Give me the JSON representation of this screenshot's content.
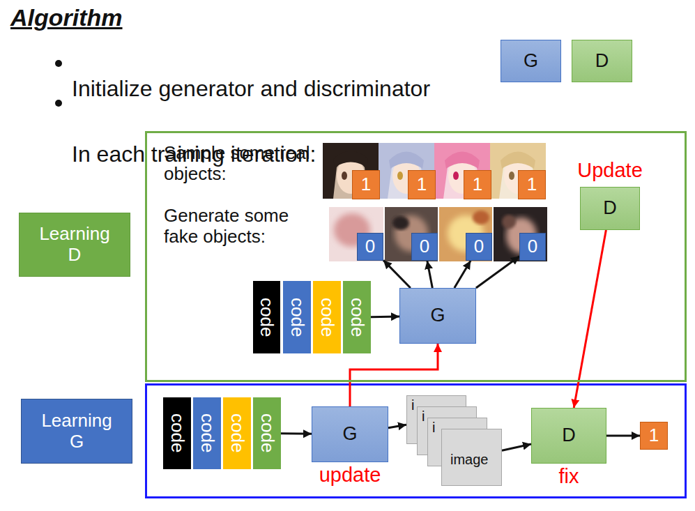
{
  "diagram": {
    "title": "Algorithm",
    "nodes": [
      {
        "text": [
          "G"
        ]
      },
      {
        "text": [
          "D"
        ]
      },
      {
        "text": [
          "Learning D"
        ]
      },
      {
        "text": [
          "Sample some real objects:",
          "Generate some fake objects:"
        ]
      },
      {
        "text": [
          "1"
        ],
        "in": 3
      },
      {
        "text": [
          "1"
        ],
        "in": 3
      },
      {
        "text": [
          "1"
        ],
        "in": 3
      },
      {
        "text": [
          "1"
        ],
        "in": 3
      },
      {
        "text": [
          "Update",
          "D"
        ],
        "in": 3
      },
      {
        "text": [
          "0"
        ],
        "in": 3
      },
      {
        "text": [
          "0"
        ],
        "in": 3
      },
      {
        "text": [
          "0"
        ],
        "in": 3
      },
      {
        "text": [
          "0"
        ],
        "in": 3
      },
      {
        "text": [
          "code"
        ],
        "in": 3
      },
      {
        "text": [
          "code"
        ],
        "in": 3
      },
      {
        "text": [
          "code"
        ],
        "in": 3
      },
      {
        "text": [
          "code"
        ],
        "in": 3
      },
      {
        "text": [
          "G"
        ],
        "in": 3
      },
      {
        "text": [
          "Learning G"
        ]
      },
      {
        "text": [
          "code"
        ]
      },
      {
        "text": [
          "code"
        ]
      },
      {
        "text": [
          "code"
        ]
      },
      {
        "text": [
          "code"
        ]
      },
      {
        "text": [
          "G",
          "update"
        ]
      },
      {
        "text": [
          "i"
        ]
      },
      {
        "text": [
          "i"
        ]
      },
      {
        "text": [
          "i"
        ]
      },
      {
        "text": [
          "image"
        ]
      },
      {
        "text": [
          "D",
          "fix"
        ]
      },
      {
        "text": [
          "1"
        ]
      }
    ],
    "edges": [
      {
        "from": 16,
        "to": 17,
        "arrow": "to"
      },
      {
        "from": 17,
        "to": 9,
        "arrow": "to"
      },
      {
        "from": 17,
        "to": 10,
        "arrow": "to"
      },
      {
        "from": 17,
        "to": 11,
        "arrow": "to"
      },
      {
        "from": 17,
        "to": 12,
        "arrow": "to"
      },
      {
        "from": 22,
        "to": 23,
        "arrow": "to"
      },
      {
        "from": 23,
        "to": 24,
        "arrow": "to"
      },
      {
        "from": 27,
        "to": 28,
        "arrow": "to"
      },
      {
        "from": 28,
        "to": 29,
        "arrow": "to"
      },
      {
        "from": 23,
        "to": 17,
        "arrow": "to"
      },
      {
        "from": 8,
        "to": 28,
        "arrow": "to"
      }
    ],
    "labels": [
      "Initialize generator and discriminator",
      "In each training iteration:"
    ]
  }
}
